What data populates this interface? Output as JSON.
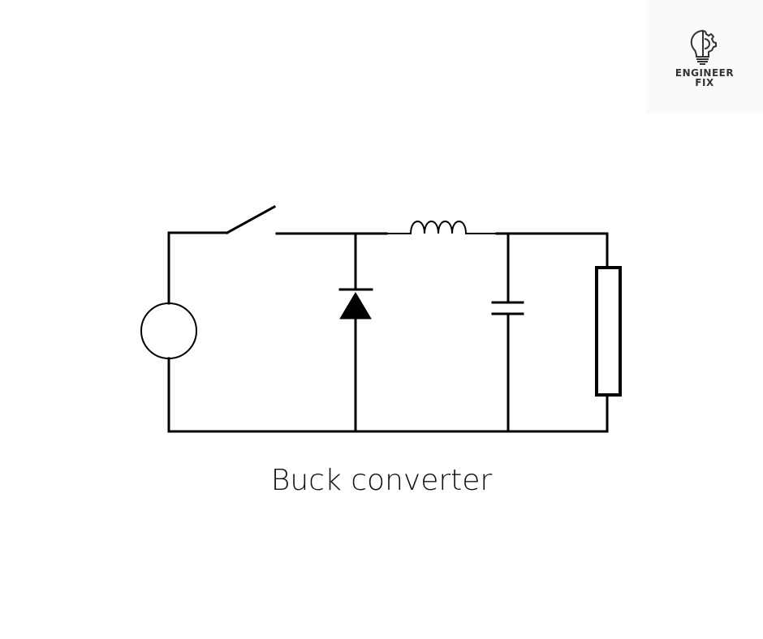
{
  "logo": {
    "line1": "ENGINEER",
    "line2": "FIX",
    "icon": "lightbulb-gear-icon"
  },
  "diagram": {
    "caption": "Buck converter",
    "components": [
      "voltage-source",
      "switch",
      "diode",
      "inductor",
      "capacitor",
      "load-resistor"
    ],
    "stroke_color": "#000000"
  }
}
